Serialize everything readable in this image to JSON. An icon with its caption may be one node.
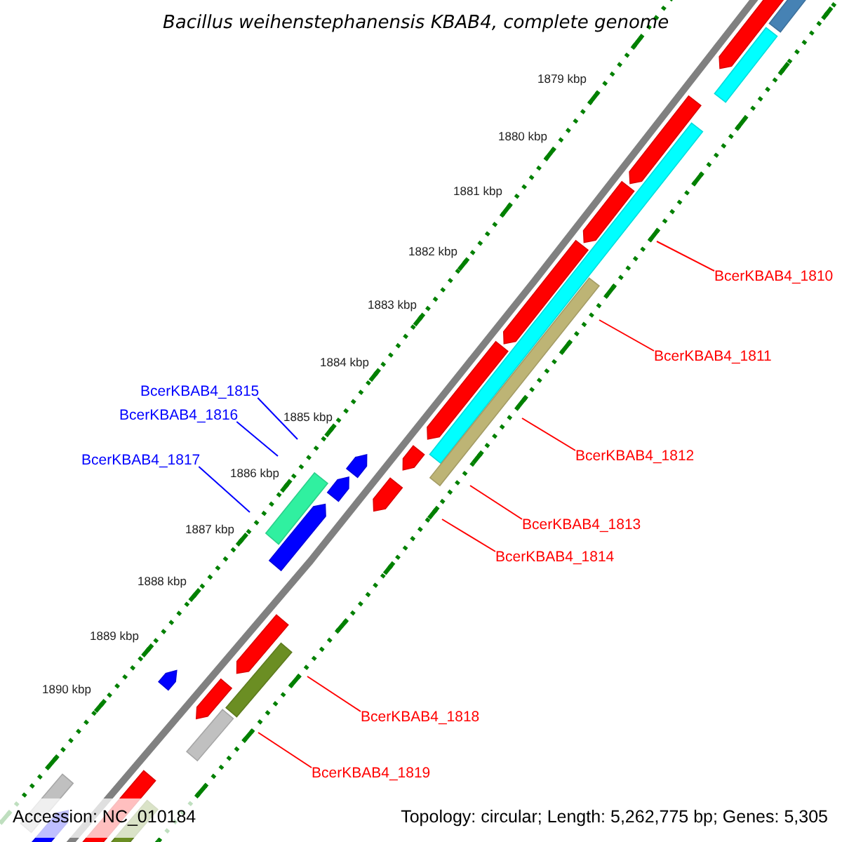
{
  "diagram": {
    "title": "Bacillus weihenstephanensis KBAB4, complete genome",
    "nodes": [
      {
        "text": [
          "BcerKBAB4_1810"
        ]
      },
      {
        "text": [
          "BcerKBAB4_1811"
        ]
      },
      {
        "text": [
          "BcerKBAB4_1815"
        ]
      },
      {
        "text": [
          "BcerKBAB4_1816"
        ]
      },
      {
        "text": [
          "BcerKBAB4_1812"
        ]
      },
      {
        "text": [
          "BcerKBAB4_1817"
        ]
      },
      {
        "text": [
          "BcerKBAB4_1813"
        ]
      },
      {
        "text": [
          "BcerKBAB4_1814"
        ]
      },
      {
        "text": [
          "BcerKBAB4_1818"
        ]
      },
      {
        "text": [
          "BcerKBAB4_1819"
        ]
      }
    ],
    "edges": [
      {
        "from": 0,
        "to": null,
        "arrow": "none"
      },
      {
        "from": 1,
        "to": null,
        "arrow": "none"
      },
      {
        "from": 2,
        "to": null,
        "arrow": "none",
        "color": "#0000ff"
      },
      {
        "from": 3,
        "to": null,
        "arrow": "none",
        "color": "#0000ff"
      },
      {
        "from": 4,
        "to": null,
        "arrow": "none"
      },
      {
        "from": 5,
        "to": null,
        "arrow": "none",
        "color": "#0000ff"
      },
      {
        "from": 6,
        "to": null,
        "arrow": "none"
      },
      {
        "from": 7,
        "to": null,
        "arrow": "none"
      },
      {
        "from": 8,
        "to": null,
        "arrow": "none"
      },
      {
        "from": 9,
        "to": null,
        "arrow": "none"
      }
    ],
    "labels": [
      "1879 kbp",
      "1880 kbp",
      "1881 kbp",
      "1882 kbp",
      "1883 kbp",
      "1884 kbp",
      "1885 kbp",
      "1886 kbp",
      "1887 kbp",
      "1888 kbp",
      "1889 kbp",
      "1890 kbp",
      "Accession: NC_010184",
      "Topology: circular; Length: 5,262,775 bp; Genes: 5,305"
    ]
  }
}
